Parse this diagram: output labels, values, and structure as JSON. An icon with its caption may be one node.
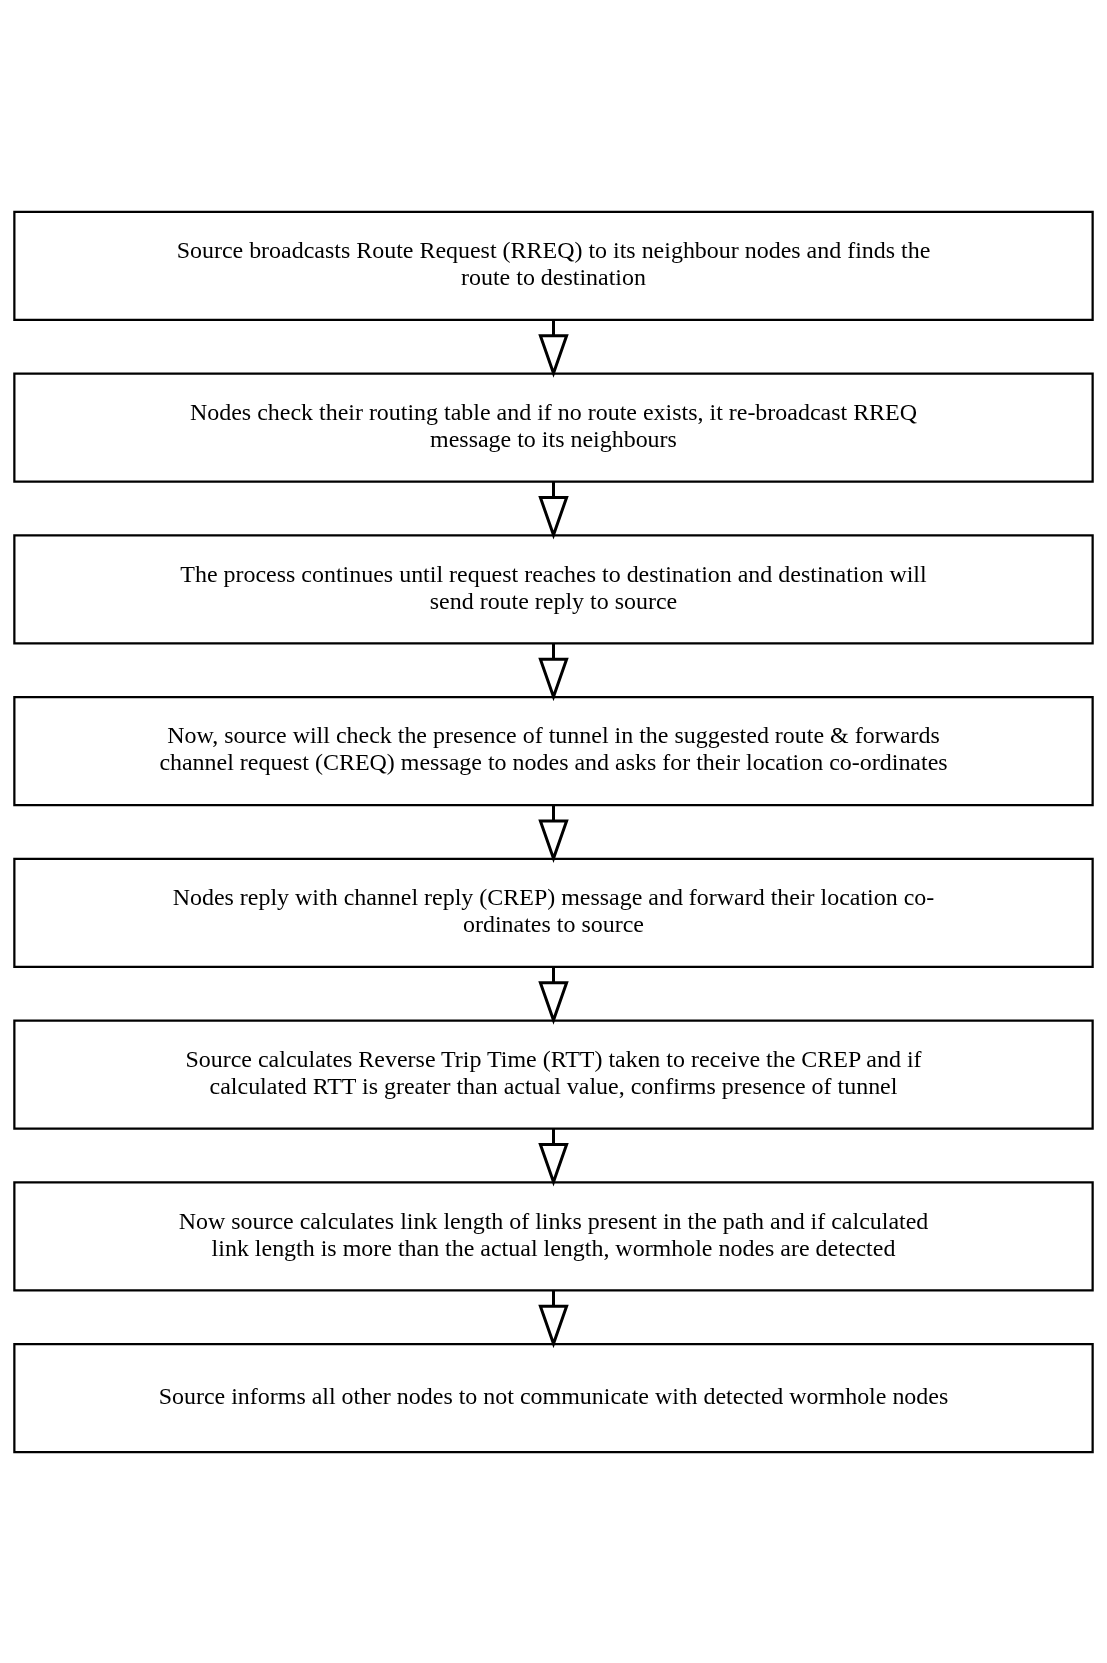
{
  "diagram": {
    "nodes": [
      {
        "text": [
          "Source broadcasts Route Request (RREQ) to its neighbour nodes and finds the route to destination"
        ]
      },
      {
        "text": [
          "Nodes check their routing table and if no route exists, it re-broadcast RREQ message to its neighbours"
        ]
      },
      {
        "text": [
          "The process continues until request reaches to destination and destination will send route reply to source"
        ]
      },
      {
        "text": [
          "Now, source will check the presence of tunnel in the suggested route & forwards channel request (CREQ) message to nodes and asks for their location co-ordinates"
        ]
      },
      {
        "text": [
          "Nodes reply with channel reply (CREP) message and forward their location co-ordinates to source"
        ]
      },
      {
        "text": [
          "Source calculates Reverse Trip Time (RTT) taken to receive the CREP and if calculated RTT is greater than actual value, confirms presence of tunnel"
        ]
      },
      {
        "text": [
          "Now source calculates link length of links present in the path and if calculated link length is more than the actual length, wormhole nodes are detected"
        ]
      },
      {
        "text": [
          "Source informs all other nodes to not communicate with detected wormhole nodes"
        ]
      }
    ],
    "edges": [
      {
        "from": 0,
        "to": 1,
        "arrow": "to"
      },
      {
        "from": 1,
        "to": 2,
        "arrow": "to"
      },
      {
        "from": 2,
        "to": 3,
        "arrow": "to"
      },
      {
        "from": 3,
        "to": 4,
        "arrow": "to"
      },
      {
        "from": 4,
        "to": 5,
        "arrow": "to"
      },
      {
        "from": 5,
        "to": 6,
        "arrow": "to"
      },
      {
        "from": 6,
        "to": 7,
        "arrow": "to"
      }
    ]
  }
}
